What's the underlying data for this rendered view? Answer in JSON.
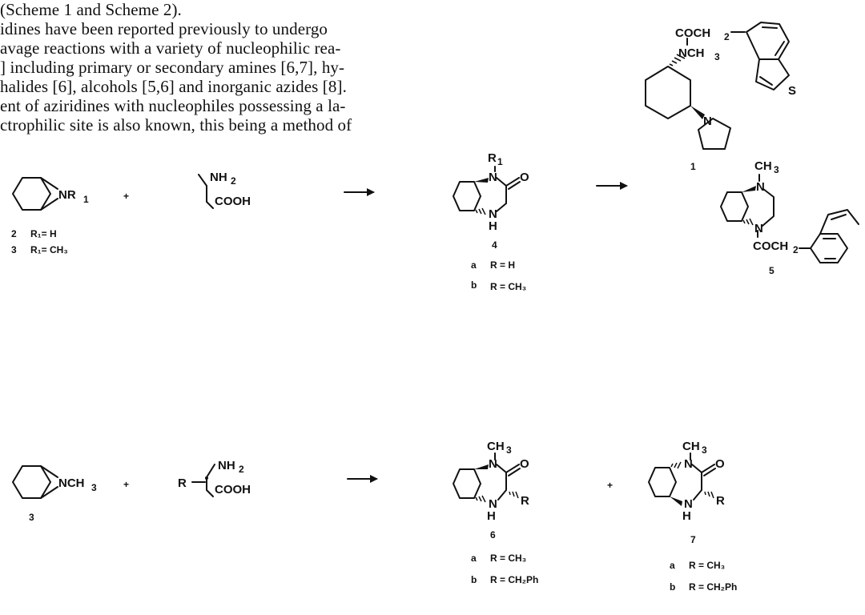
{
  "text_lines": [
    "(Scheme 1 and Scheme 2).",
    "idines have been reported previously to undergo",
    "avage reactions with a variety of nucleophilic rea-",
    "] including primary or secondary amines [6,7], hy-",
    "halides [6], alcohols [5,6] and inorganic azides [8].",
    "ent of aziridines with nucleophiles possessing a la-",
    "ctrophilic site is also known, this being a method of"
  ],
  "compound1": {
    "label": "1",
    "coch2": "COCH",
    "sub2": "2",
    "nch3": "NCH",
    "sub3": "3",
    "n": "N",
    "s": "S"
  },
  "scheme1": {
    "aziridine_nr1": "NR",
    "aziridine_nr1_sub": "1",
    "plus": "+",
    "nh2": "NH",
    "nh2_sub": "2",
    "cooh": "COOH",
    "label_2": "2",
    "r2": "R₁= H",
    "label_3": "3",
    "r3": "R₁= CH₃",
    "p4_r1": "R",
    "p4_r1_sub": "1",
    "p4_n1": "N",
    "p4_o": "O",
    "p4_nh": "N",
    "p4_h": "H",
    "label_4": "4",
    "var4a_letter": "a",
    "var4a": "R = H",
    "var4b_letter": "b",
    "var4b": "R = CH₃",
    "p5_ch3": "CH",
    "p5_ch3_sub": "3",
    "p5_n1": "N",
    "p5_n2": "N",
    "p5_coch2": "COCH",
    "p5_coch2_sub": "2",
    "label_5": "5"
  },
  "scheme2": {
    "aziridine": "NCH",
    "aziridine_sub": "3",
    "label_3": "3",
    "plus": "+",
    "r": "R",
    "nh2": "NH",
    "nh2_sub": "2",
    "cooh": "COOH",
    "p6_ch3": "CH",
    "p6_ch3_sub": "3",
    "p6_n": "N",
    "p6_o": "O",
    "p6_nh": "N",
    "p6_h": "H",
    "p6_r": "R",
    "label_6": "6",
    "var6a_letter": "a",
    "var6a": "R = CH₃",
    "var6b_letter": "b",
    "var6b": "R = CH₂Ph",
    "plus2": "+",
    "p7_ch3": "CH",
    "p7_ch3_sub": "3",
    "p7_n": "N",
    "p7_o": "O",
    "p7_nh": "N",
    "p7_h": "H",
    "p7_r": "R",
    "label_7": "7",
    "var7a_letter": "a",
    "var7a": "R = CH₃",
    "var7b_letter": "b",
    "var7b": "R = CH₂Ph"
  }
}
